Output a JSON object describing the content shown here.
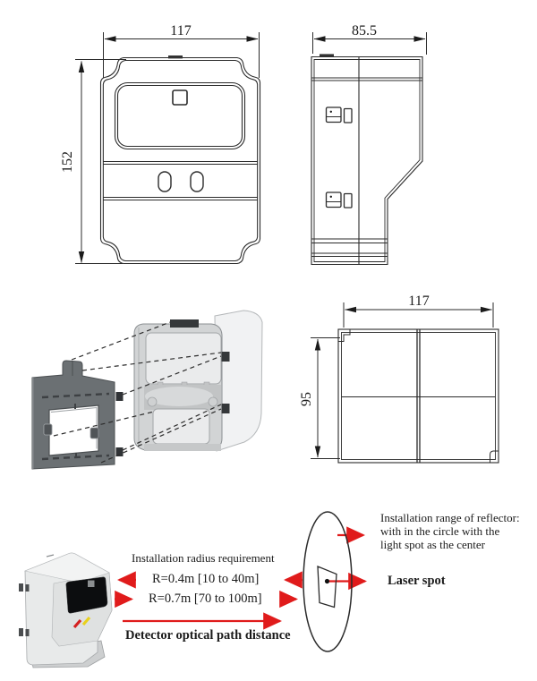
{
  "views": {
    "front": {
      "width": "117",
      "height": "152"
    },
    "side": {
      "width": "85.5"
    },
    "back": {
      "width": "117",
      "height": "95"
    }
  },
  "installation": {
    "radius_title": "Installation radius requirement",
    "radius_small": "R=0.4m [10 to 40m]",
    "radius_large": "R=0.7m [70 to 100m]",
    "optical_path_label": "Detector optical path distance",
    "reflector_note_lines": [
      "Installation range of reflector:",
      "with in the circle with the",
      "light spot as the center"
    ],
    "laser_spot_label": "Laser spot"
  },
  "colors": {
    "line": "#2b2b2b",
    "red_accent": "#e01b1b",
    "bracket_gray": "#6b7073",
    "shell_gray": "#e6e8e8",
    "window_black": "#0c0d0f",
    "led_red": "#d42020",
    "led_yellow": "#e8d11c"
  }
}
